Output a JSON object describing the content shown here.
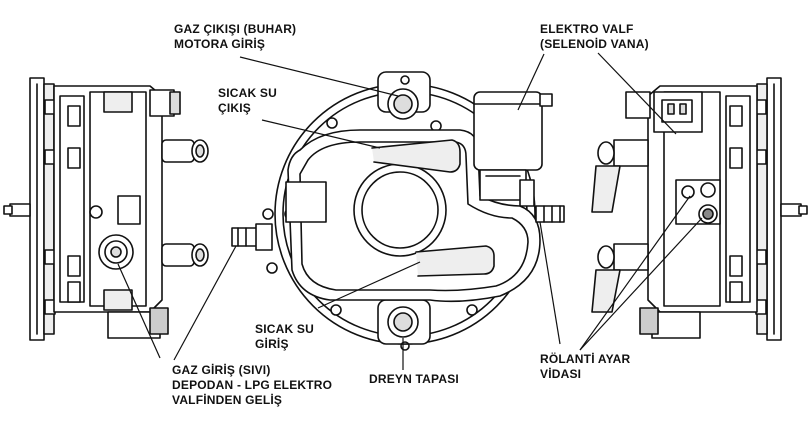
{
  "labels": {
    "gas_outlet": [
      "GAZ ÇIKIŞI (BUHAR)",
      "MOTORA GİRİŞ"
    ],
    "hot_water_out": [
      "SICAK SU",
      "ÇIKIŞ"
    ],
    "hot_water_in": [
      "SICAK SU",
      "GİRİŞ"
    ],
    "gas_inlet": [
      "GAZ GİRİŞ (SIVI)",
      "DEPODAN - LPG ELEKTRO",
      "VALFİNDEN GELİŞ"
    ],
    "electro_valve": [
      "ELEKTRO VALF",
      "(SELENOİD VANA)"
    ],
    "drain_plug": [
      "DREYN TAPASI"
    ],
    "idle_screw": [
      "RÖLANTİ AYAR",
      "VİDASI"
    ]
  },
  "colors": {
    "ink": "#111111",
    "paper": "#ffffff",
    "shade": "#d8d8d8",
    "dark_shade": "#9a9a9a"
  }
}
